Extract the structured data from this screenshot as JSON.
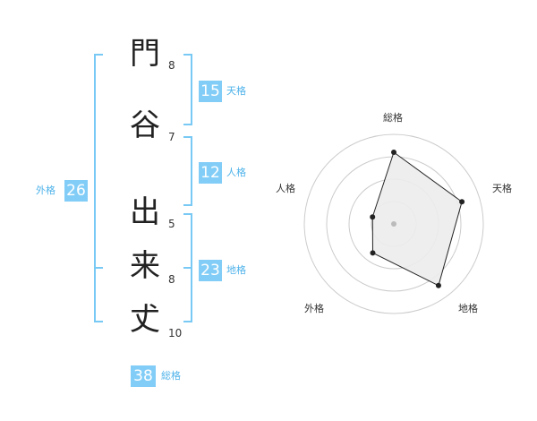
{
  "name": {
    "characters": [
      {
        "char": "門",
        "strokes": "8"
      },
      {
        "char": "谷",
        "strokes": "7"
      },
      {
        "char": "出",
        "strokes": "5"
      },
      {
        "char": "来",
        "strokes": "8"
      },
      {
        "char": "𠀋",
        "strokes": "10"
      }
    ]
  },
  "fortune": {
    "tenkaku": {
      "value": "15",
      "label": "天格"
    },
    "jinkaku": {
      "value": "12",
      "label": "人格"
    },
    "chikaku": {
      "value": "23",
      "label": "地格"
    },
    "gaikaku": {
      "value": "26",
      "label": "外格"
    },
    "soukaku": {
      "value": "38",
      "label": "総格"
    }
  },
  "radar": {
    "axes": [
      "総格",
      "天格",
      "地格",
      "外格",
      "人格"
    ],
    "values": [
      0.8,
      0.8,
      0.85,
      0.4,
      0.25
    ],
    "colors": {
      "fill": "#ececec",
      "stroke": "#222222",
      "grid": "#cccccc",
      "point": "#222222"
    }
  }
}
